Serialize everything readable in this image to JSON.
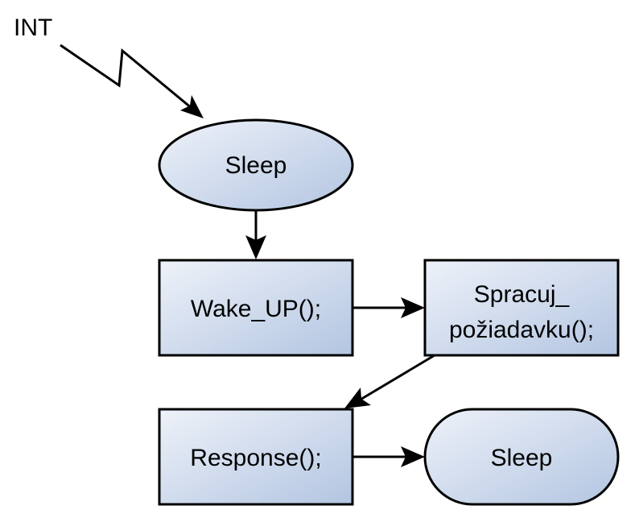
{
  "diagram": {
    "trigger": {
      "label": "INT"
    },
    "nodes": [
      {
        "id": "sleep_start",
        "shape": "ellipse",
        "lines": [
          "Sleep"
        ]
      },
      {
        "id": "wake_up",
        "shape": "rectangle",
        "lines": [
          "Wake_UP();"
        ]
      },
      {
        "id": "spracuj",
        "shape": "rectangle",
        "lines": [
          "Spracuj_",
          "požiadavku();"
        ]
      },
      {
        "id": "response",
        "shape": "rectangle",
        "lines": [
          "Response();"
        ]
      },
      {
        "id": "sleep_end",
        "shape": "stadium",
        "lines": [
          "Sleep"
        ]
      }
    ],
    "edges": [
      {
        "from": "INT",
        "to": "sleep_start",
        "style": "lightning"
      },
      {
        "from": "sleep_start",
        "to": "wake_up"
      },
      {
        "from": "wake_up",
        "to": "spracuj"
      },
      {
        "from": "spracuj",
        "to": "response"
      },
      {
        "from": "response",
        "to": "sleep_end"
      }
    ],
    "colors": {
      "fill_light": "#eef2f9",
      "fill_dark": "#b3c5e1",
      "stroke": "#000000",
      "text": "#000000"
    }
  }
}
